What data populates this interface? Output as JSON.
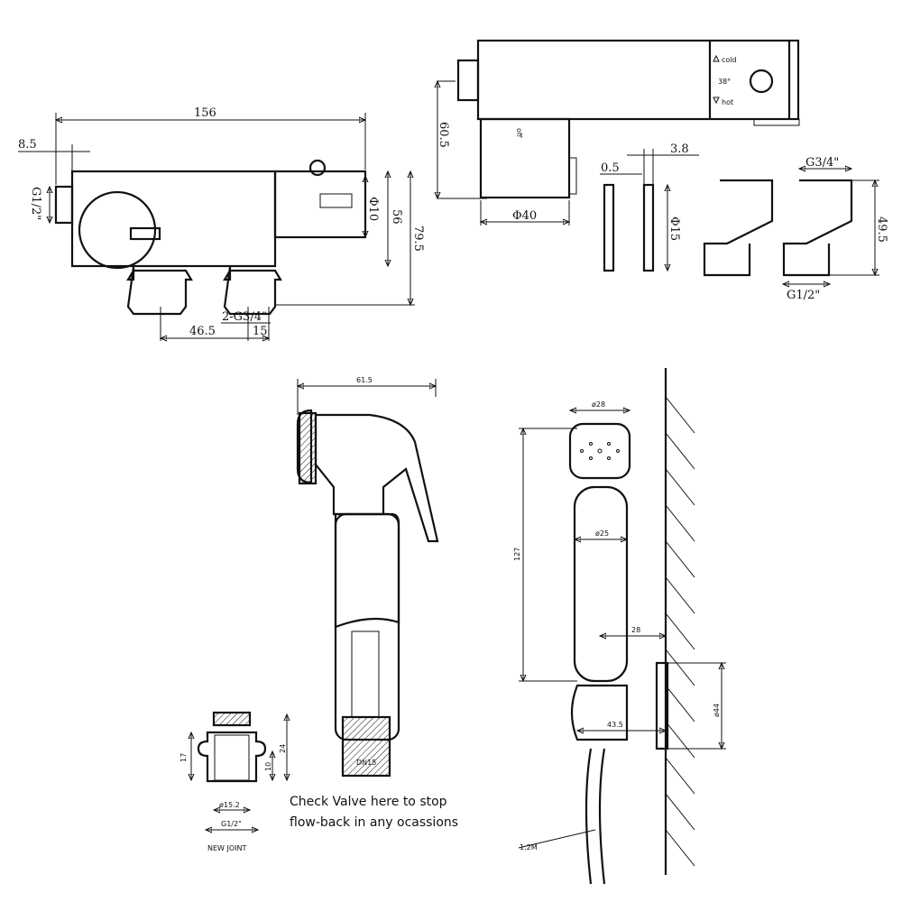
{
  "valve_side": {
    "width": "156",
    "offset": "8.5",
    "inlet": "G1/2\"",
    "diameter": "Φ10",
    "height": "56",
    "total_height": "79.5",
    "spacing": "46.5",
    "thread_offset": "15",
    "thread_label": "2-G3/4\""
  },
  "valve_top": {
    "cold": "cold",
    "temp": "38°",
    "hot": "hot",
    "off": "off",
    "height": "60.5",
    "diameter": "Φ40"
  },
  "washer": {
    "thickness1": "0.5",
    "thickness2": "3.8",
    "diameter": "Φ15"
  },
  "eccentric": {
    "top": "G3/4\"",
    "bottom": "G1/2\"",
    "height": "49.5"
  },
  "sprayer": {
    "length": "61.5",
    "valve_label": "DN15"
  },
  "joint": {
    "h1": "17",
    "h2": "24",
    "h3": "10",
    "d1": "ø15.2",
    "d2": "G1/2\"",
    "title": "NEW JOINT"
  },
  "note": {
    "line1": "Check Valve here to stop",
    "line2": "flow-back in any ocassions"
  },
  "holder": {
    "head": "ø28",
    "body": "ø25",
    "length": "127",
    "depth": "28",
    "bracket": "ø44",
    "offset": "43.5",
    "hose": "1.2M"
  }
}
